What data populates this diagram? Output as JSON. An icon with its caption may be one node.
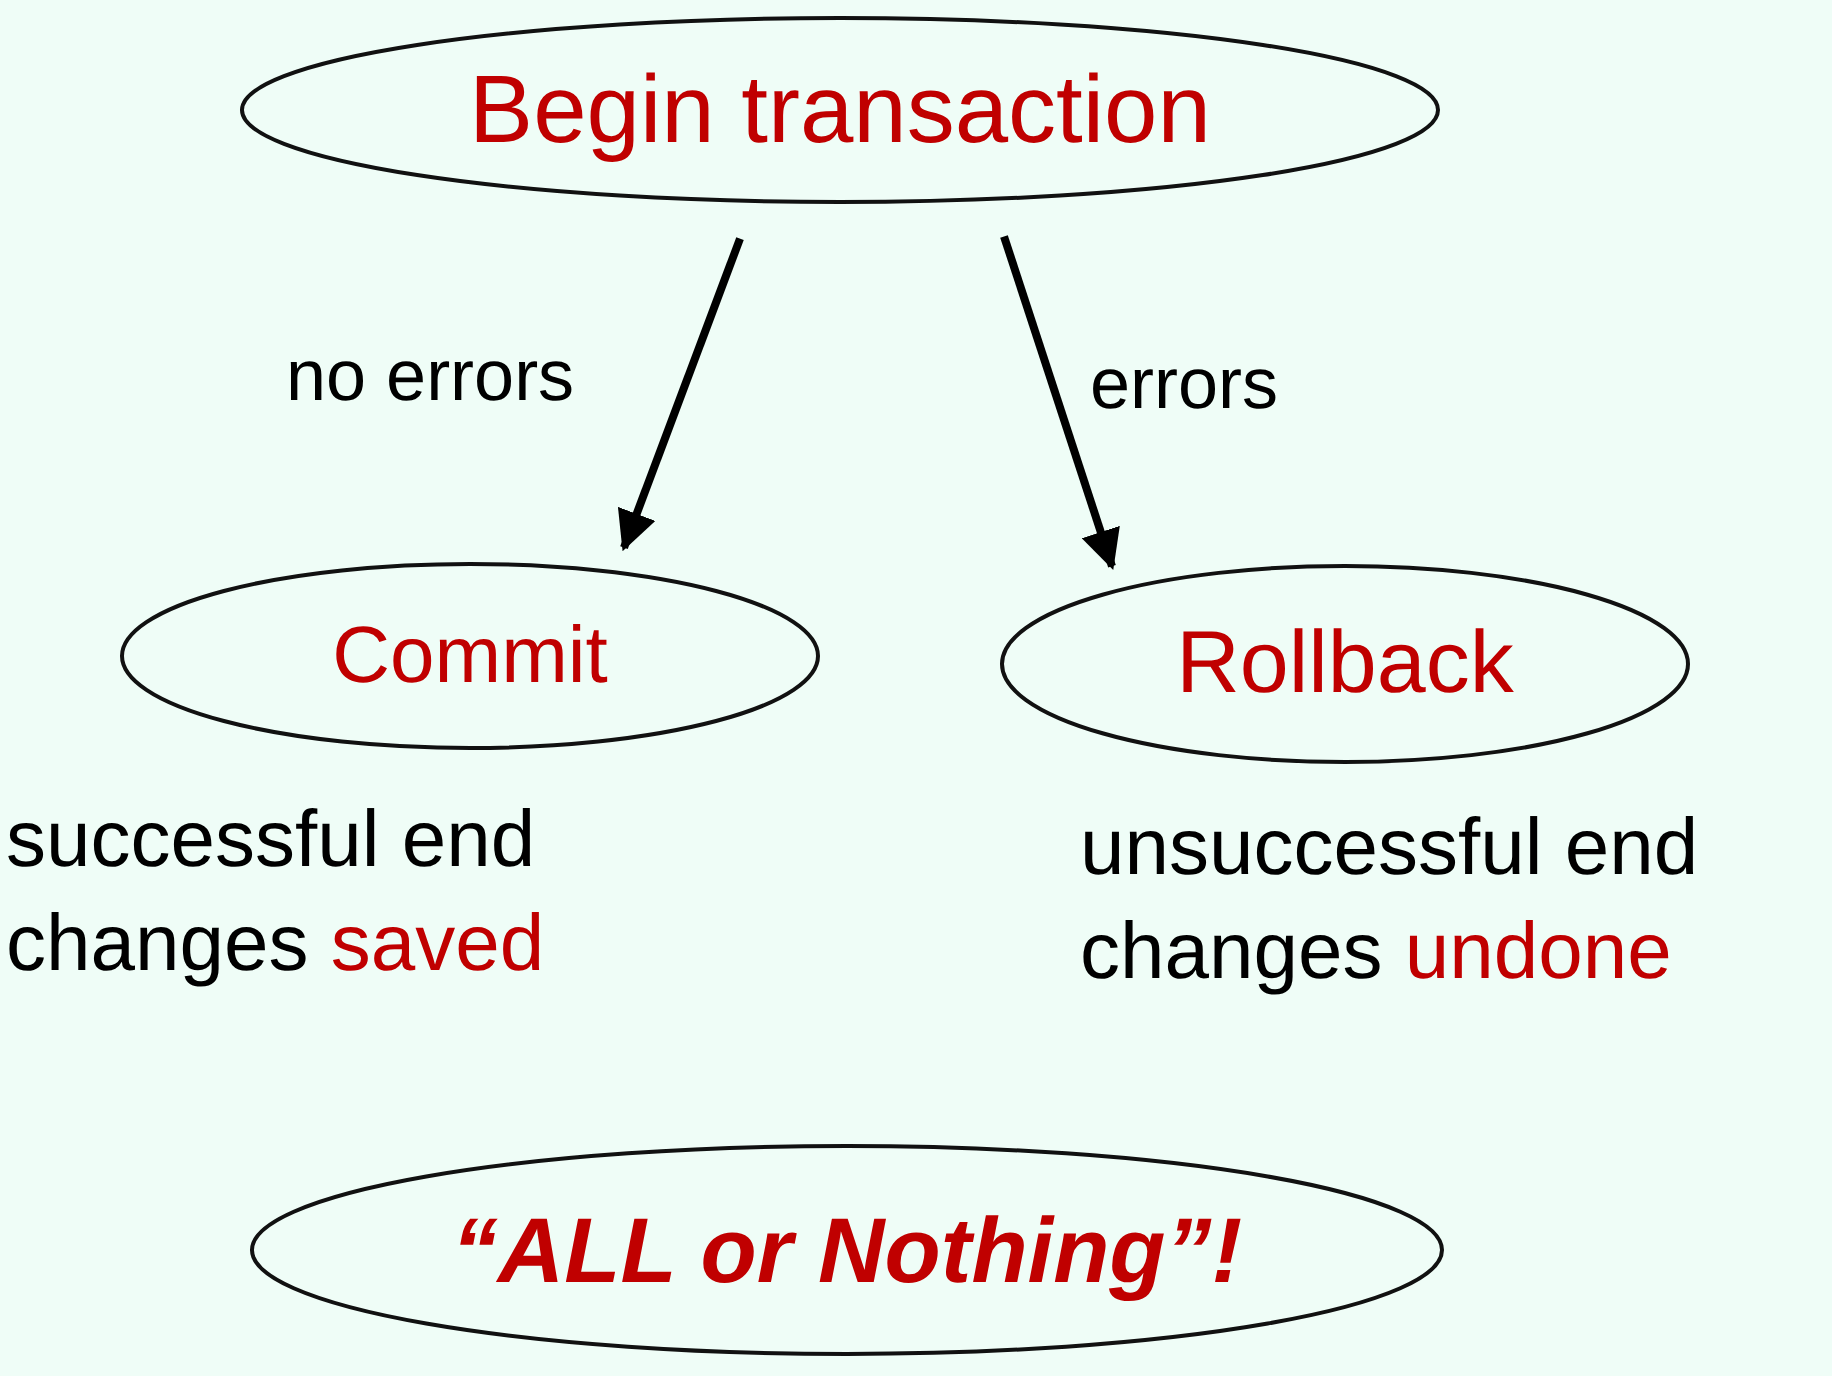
{
  "diagram": {
    "nodes": [
      {
        "text": [
          "Begin transaction"
        ]
      },
      {
        "text": [
          "Commit"
        ],
        "beside": [
          "successful end",
          "changes",
          "saved"
        ]
      },
      {
        "text": [
          "Rollback"
        ],
        "beside": [
          "unsuccessful end",
          "changes",
          "undone"
        ]
      },
      {
        "text": [
          "“ALL or Nothing”!"
        ]
      }
    ],
    "edges": [
      {
        "from": 0,
        "to": 1,
        "arrow": "to",
        "label": "no errors"
      },
      {
        "from": 0,
        "to": 2,
        "arrow": "to",
        "label": "errors"
      }
    ]
  }
}
